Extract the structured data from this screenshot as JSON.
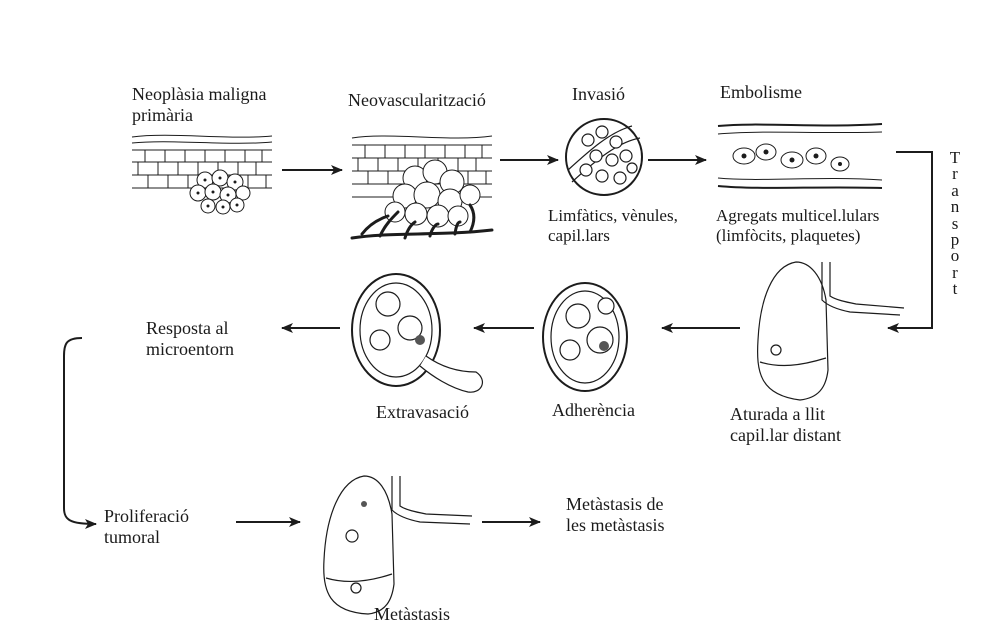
{
  "stages": {
    "primary": "Neoplàsia maligna\nprimària",
    "neovascular": "Neovascularització",
    "invasion": "Invasió",
    "invasion_sub": "Limfàtics, vènules,\ncapil.lars",
    "embolism": "Embolisme",
    "embolism_sub": "Agregats multicel.lulars\n(limfòcits, plaquetes)",
    "transport": "Transport",
    "arrest": "Aturada a llit\ncapil.lar distant",
    "adherence": "Adherència",
    "extravasation": "Extravasació",
    "response": "Resposta al\nmicroentorn",
    "proliferation": "Proliferació\ntumoral",
    "metastasis": "Metàstasis",
    "metastasis_of_metastasis": "Metàstasis de\nles metàstasis"
  },
  "colors": {
    "ink": "#1c1c1c",
    "paper": "#ffffff"
  }
}
